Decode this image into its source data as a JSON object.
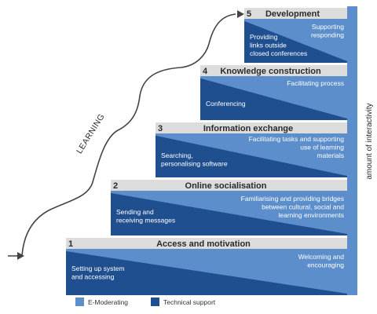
{
  "colors": {
    "e_moderating": "#5b8ecb",
    "technical_support": "#1f4f8f",
    "header_band": "#dcdcdc",
    "text_dark": "#2a2a2a",
    "arrow": "#444444"
  },
  "learning_label": "LEARNING",
  "interactivity_label": "amount of interactivity",
  "legend": {
    "e_moderating": "E-Moderating",
    "technical_support": "Technical support"
  },
  "stages": [
    {
      "num": "1",
      "title": "Access and motivation",
      "e_moderating_text": [
        "Welcoming and",
        "encouraging"
      ],
      "technical_text": [
        "Setting up system",
        "and accessing"
      ]
    },
    {
      "num": "2",
      "title": "Online socialisation",
      "e_moderating_text": [
        "Familiarising and providing bridges",
        "between cultural, social and",
        "learning environments"
      ],
      "technical_text": [
        "Sending and",
        "receiving messages"
      ]
    },
    {
      "num": "3",
      "title": "Information exchange",
      "e_moderating_text": [
        "Facilitating tasks and supporting",
        "use of learning",
        "materials"
      ],
      "technical_text": [
        "Searching,",
        "personalising software"
      ]
    },
    {
      "num": "4",
      "title": "Knowledge construction",
      "e_moderating_text": [
        "Facilitating process"
      ],
      "technical_text": [
        "Conferencing"
      ]
    },
    {
      "num": "5",
      "title": "Development",
      "e_moderating_text": [
        "Supporting",
        "responding"
      ],
      "technical_text": [
        "Providing",
        "links outside",
        "closed conferences"
      ]
    }
  ]
}
